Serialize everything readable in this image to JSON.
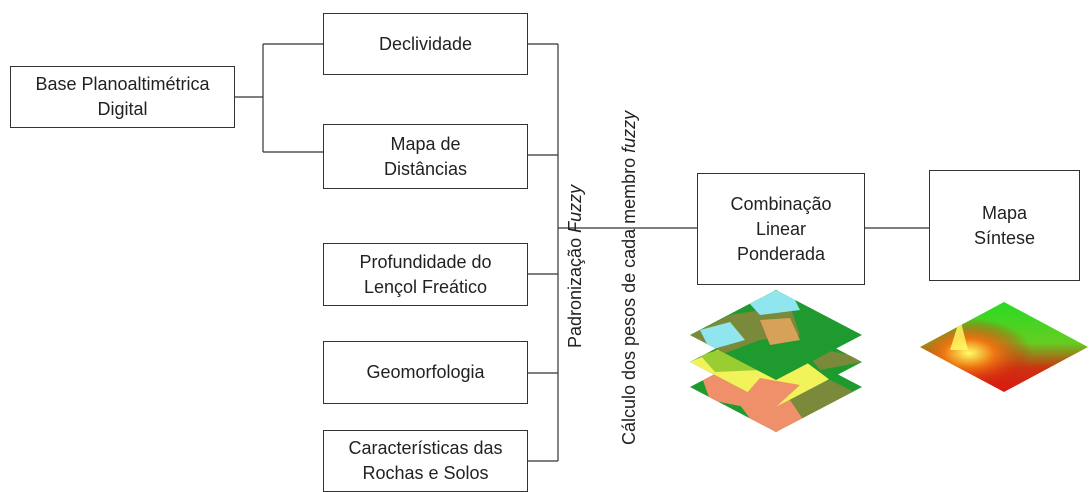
{
  "boxes": {
    "base": "Base Planoaltimétrica\nDigital",
    "declividade": "Declividade",
    "distancias": "Mapa de\nDistâncias",
    "lencol": "Profundidade do\nLençol Freático",
    "geomorfologia": "Geomorfologia",
    "rochas": "Características das\nRochas e Solos",
    "combinacao": "Combinação\nLinear\nPonderada",
    "sintese": "Mapa\nSíntese"
  },
  "labels": {
    "padronizacao": "Padronização ",
    "padronizacao_italic": "Fuzzy",
    "calculo": "Cálculo dos pesos de cada membro ",
    "calculo_italic": "fuzzy"
  },
  "colors": {
    "line": "#333333",
    "layer_green": "#1e9a2e",
    "layer_cyan": "#8fe6ee",
    "layer_olive": "#7a8a3a",
    "layer_yellow": "#f2f25a",
    "layer_salmon": "#f0906a",
    "synth_green": "#22dd22",
    "synth_red": "#dd1111"
  }
}
